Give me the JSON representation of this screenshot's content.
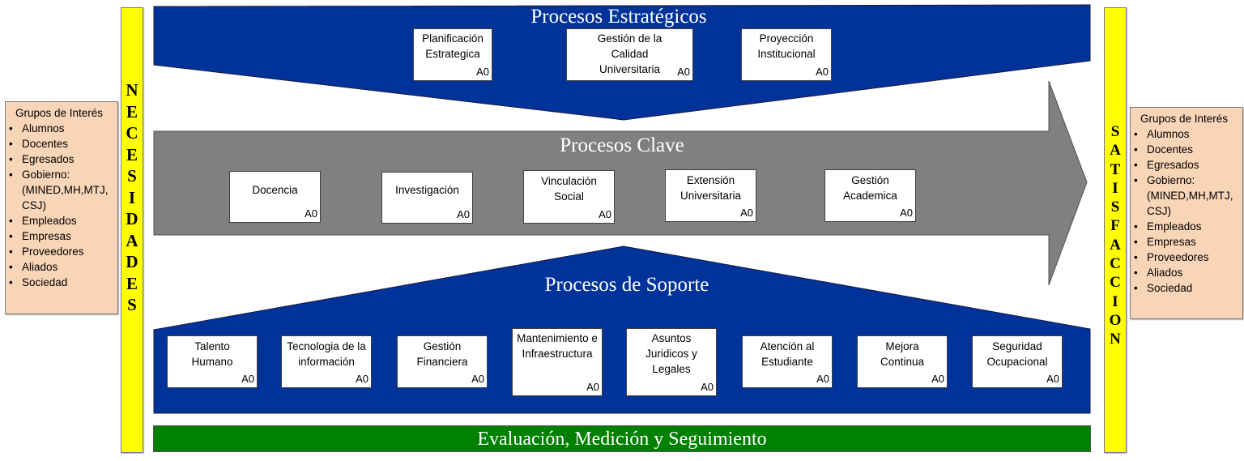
{
  "diagram": {
    "left_bar": {
      "label": "NECESIDADES"
    },
    "right_bar": {
      "label": "SATISFACCION"
    },
    "left_stakeholders": {
      "heading": "Grupos de Interés",
      "items": [
        "Alumnos",
        "Docentes",
        "Egresados",
        "Gobierno: (MINED,MH,MTJ, CSJ)",
        "Empleados",
        "Empresas",
        "Proveedores",
        "Aliados",
        "Sociedad"
      ]
    },
    "right_stakeholders": {
      "heading": "Grupos de Interés",
      "items": [
        "Alumnos",
        "Docentes",
        "Egresados",
        "Gobierno: (MINED,MH,MTJ, CSJ)",
        "Empleados",
        "Empresas",
        "Proveedores",
        "Aliados",
        "Sociedad"
      ]
    },
    "strategic": {
      "title": "Procesos Estratégicos",
      "color": "#003399",
      "processes": [
        {
          "label": "Planificación Estrategica",
          "code": "A0"
        },
        {
          "label": "Gestión de la Calidad Universitaria",
          "code": "A0"
        },
        {
          "label": "Proyección Institucional",
          "code": "A0"
        }
      ]
    },
    "key": {
      "title": "Procesos Clave",
      "color": "#808080",
      "processes": [
        {
          "label": "Docencia",
          "code": "A0"
        },
        {
          "label": "Investigación",
          "code": "A0"
        },
        {
          "label": "Vinculación Social",
          "code": "A0"
        },
        {
          "label": "Extensión Universitaria",
          "code": "A0"
        },
        {
          "label": "Gestión Academica",
          "code": "A0"
        }
      ]
    },
    "support": {
      "title": "Procesos de Soporte",
      "color": "#003399",
      "processes": [
        {
          "label": "Talento Humano",
          "code": "A0"
        },
        {
          "label": "Tecnologia de la información",
          "code": "A0"
        },
        {
          "label": "Gestión Financiera",
          "code": "A0"
        },
        {
          "label": "Mantenimiento e Infraestructura",
          "code": "A0"
        },
        {
          "label": "Asuntos Juridicos y Legales",
          "code": "A0"
        },
        {
          "label": "Atención al Estudiante",
          "code": "A0"
        },
        {
          "label": "Mejora Continua",
          "code": "A0"
        },
        {
          "label": "Seguridad Ocupacional",
          "code": "A0"
        }
      ]
    },
    "evaluation": {
      "title": "Evaluación, Medición y Seguimiento",
      "color": "#008000"
    },
    "needs_bar_color": "#ffff00",
    "stakeholder_fill": "#f9d5b8"
  }
}
